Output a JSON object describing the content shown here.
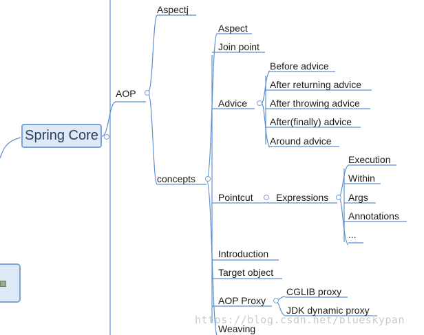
{
  "root": {
    "label": "Spring Core"
  },
  "aop": {
    "label": "AOP",
    "children": {
      "aspectj": "Aspectj",
      "concepts": {
        "label": "concepts",
        "items": {
          "aspect": "Aspect",
          "join_point": "Join point",
          "advice": {
            "label": "Advice",
            "types": [
              "Before advice",
              "After returning advice",
              "After throwing advice",
              "After(finally) advice",
              "Around advice"
            ]
          },
          "pointcut": {
            "label": "Pointcut",
            "expressions": {
              "label": "Expressions",
              "items": [
                "Execution",
                "Within",
                "Args",
                "Annotations",
                "..."
              ]
            }
          },
          "introduction": "Introduction",
          "target_object": "Target object",
          "aop_proxy": {
            "label": "AOP Proxy",
            "types": [
              "CGLIB proxy",
              "JDK dynamic proxy"
            ]
          },
          "weaving": "Weaving"
        }
      }
    }
  },
  "watermark": "https://blog.csdn.net/blueskypan",
  "colors": {
    "line": "#5b8fd0",
    "root_fill": "#dde9f7",
    "root_border": "#7aa3d8"
  }
}
